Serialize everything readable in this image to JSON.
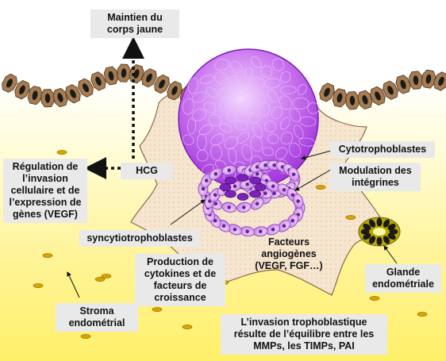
{
  "labels": {
    "maintien": [
      "Maintien du",
      "corps jaune"
    ],
    "hcg": "HCG",
    "regulation": [
      "Régulation de",
      "l’invasion",
      "cellulaire et de",
      "l’expression de",
      "gènes (VEGF)"
    ],
    "cytotrophoblastes": "Cytotrophoblastes",
    "modulation": [
      "Modulation des",
      "intégrines"
    ],
    "syncytio": "syncytiotrophoblastes",
    "production": [
      "Production de",
      "cytokines et de",
      "facteurs de",
      "croissance"
    ],
    "facteurs": [
      "Facteurs",
      "angiogènes",
      "(VEGF, FGF…)"
    ],
    "glande": [
      "Glande",
      "endométriale"
    ],
    "stroma": [
      "Stroma",
      "endométrial"
    ],
    "invasion": [
      "L’invasion trophoblastique",
      "résulte de l’équilibre entre les",
      "MMPs, les TIMPs, PAI"
    ]
  },
  "colors": {
    "background_top": "#ffffff",
    "background_bottom": "#fff27a",
    "epithelium": "#a67c52",
    "nucleus": "#1a1a1a",
    "syncytium": "#f6e7d2",
    "blastocyst": "#b14de8",
    "cytotrophoblast": "#cc88e8",
    "gland": "#b8a800",
    "label_box": "#e9e9e9"
  }
}
